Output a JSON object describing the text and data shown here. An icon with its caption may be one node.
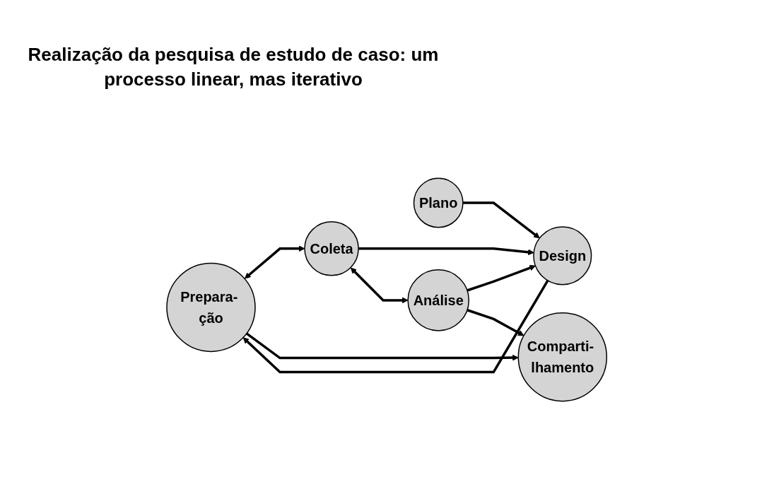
{
  "diagram": {
    "title": "Realização da pesquisa de estudo de caso: um processo linear, mas iterativo",
    "nodes": [
      {
        "text": [
          "Prepara- ção"
        ]
      },
      {
        "text": [
          "Plano"
        ]
      },
      {
        "text": [
          "Design"
        ]
      },
      {
        "text": [
          "Coleta"
        ]
      },
      {
        "text": [
          "Comparti- lhamento"
        ]
      },
      {
        "text": [
          "Análise"
        ]
      }
    ],
    "edges": [
      {
        "from": 1,
        "to": 2,
        "arrow": "to"
      },
      {
        "from": 2,
        "to": 0,
        "arrow": "to"
      },
      {
        "from": 0,
        "to": 3,
        "arrow": "both"
      },
      {
        "from": 3,
        "to": 2,
        "arrow": "to"
      },
      {
        "from": 0,
        "to": 4,
        "arrow": "to"
      },
      {
        "from": 5,
        "to": 2,
        "arrow": "to"
      },
      {
        "from": 3,
        "to": 5,
        "arrow": "both"
      },
      {
        "from": 5,
        "to": 4,
        "arrow": "to"
      }
    ]
  }
}
